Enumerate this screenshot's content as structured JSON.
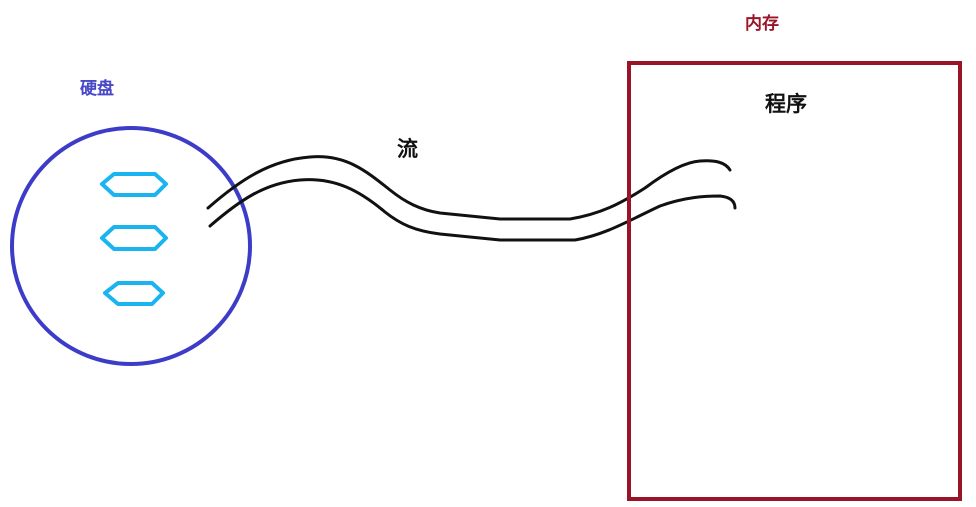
{
  "diagram": {
    "disk": {
      "label": "硬盘",
      "label_color": "#4848c8",
      "circle_color": "#3c3cc8",
      "block_color": "#1ab4f0",
      "block_count": 3
    },
    "stream": {
      "label": "流",
      "label_color": "#111111",
      "line_color": "#111111"
    },
    "memory": {
      "label": "内存",
      "label_color": "#9a1428",
      "box_color": "#9a1428",
      "program_label": "程序",
      "program_label_color": "#111111"
    }
  }
}
